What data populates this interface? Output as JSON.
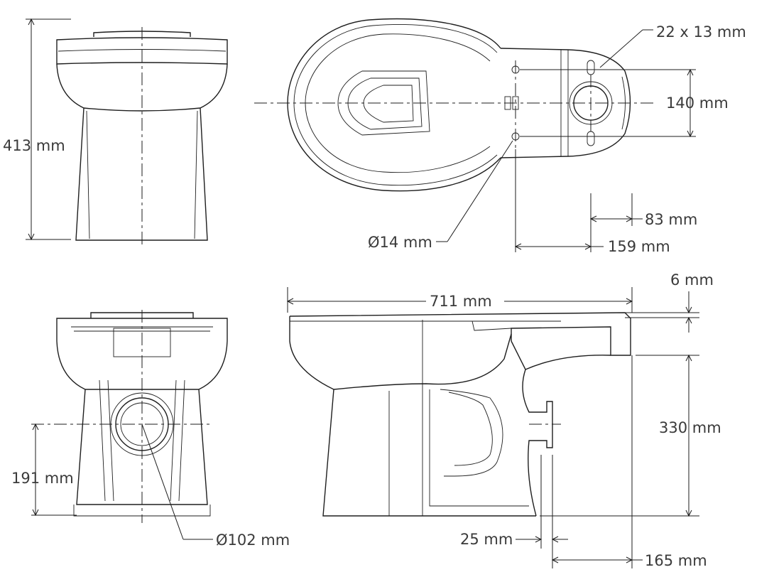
{
  "dimensions": {
    "front_height": "413 mm",
    "slot_size": "22 x 13 mm",
    "bolt_spacing": "140 mm",
    "rear_offset_1": "83 mm",
    "rear_offset_2": "159 mm",
    "bolt_hole_diameter": "Ø14 mm",
    "rim_thickness": "6 mm",
    "overall_length": "711 mm",
    "outlet_height": "330 mm",
    "back_outlet_height": "191 mm",
    "outlet_diameter": "Ø102 mm",
    "outlet_offset": "25 mm",
    "outlet_to_wall": "165 mm"
  }
}
